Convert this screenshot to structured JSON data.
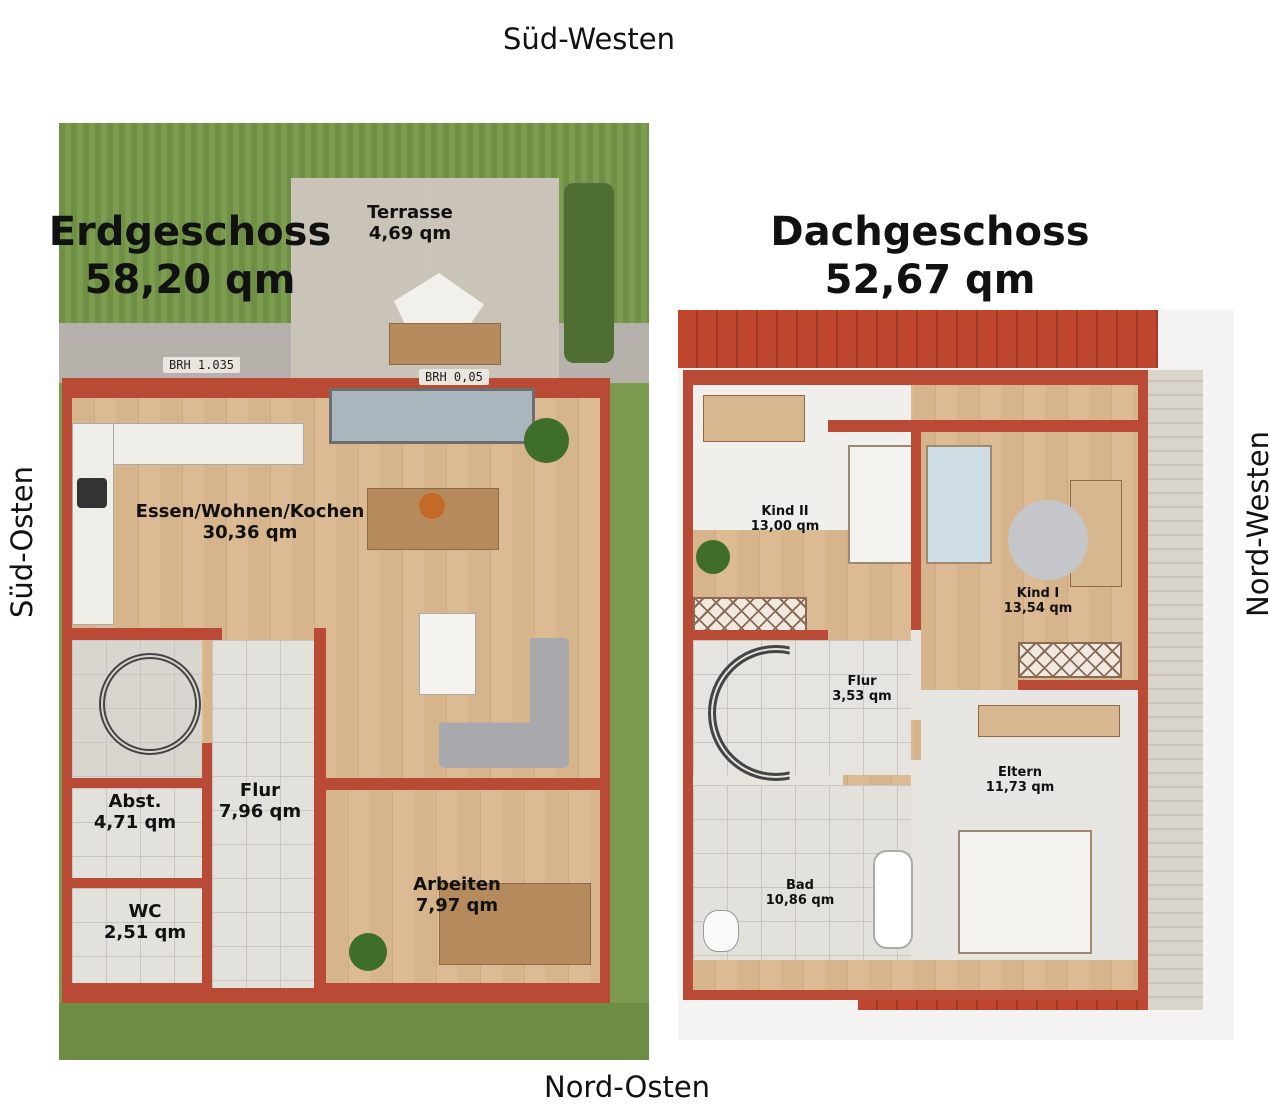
{
  "compass": {
    "top": "Süd-Westen",
    "bottom": "Nord-Osten",
    "left": "Süd-Osten",
    "right": "Nord-Westen"
  },
  "erdgeschoss": {
    "title": "Erdgeschoss",
    "area": "58,20 qm",
    "brh_left": "BRH 1.035",
    "brh_terrace": "BRH 0,05",
    "rooms": [
      {
        "name": "Terrasse",
        "area": "4,69 qm"
      },
      {
        "name": "Essen/Wohnen/Kochen",
        "area": "30,36 qm"
      },
      {
        "name": "Flur",
        "area": "7,96 qm"
      },
      {
        "name": "Abst.",
        "area": "4,71 qm"
      },
      {
        "name": "WC",
        "area": "2,51 qm"
      },
      {
        "name": "Arbeiten",
        "area": "7,97 qm"
      }
    ]
  },
  "dachgeschoss": {
    "title": "Dachgeschoss",
    "area": "52,67 qm",
    "rooms": [
      {
        "name": "Kind II",
        "area": "13,00 qm"
      },
      {
        "name": "Kind I",
        "area": "13,54 qm"
      },
      {
        "name": "Flur",
        "area": "3,53 qm"
      },
      {
        "name": "Eltern",
        "area": "11,73 qm"
      },
      {
        "name": "Bad",
        "area": "10,86 qm"
      }
    ]
  },
  "colors": {
    "wall": "#b94a36",
    "lawn": "#6f8f45",
    "roof": "#c0472f"
  }
}
